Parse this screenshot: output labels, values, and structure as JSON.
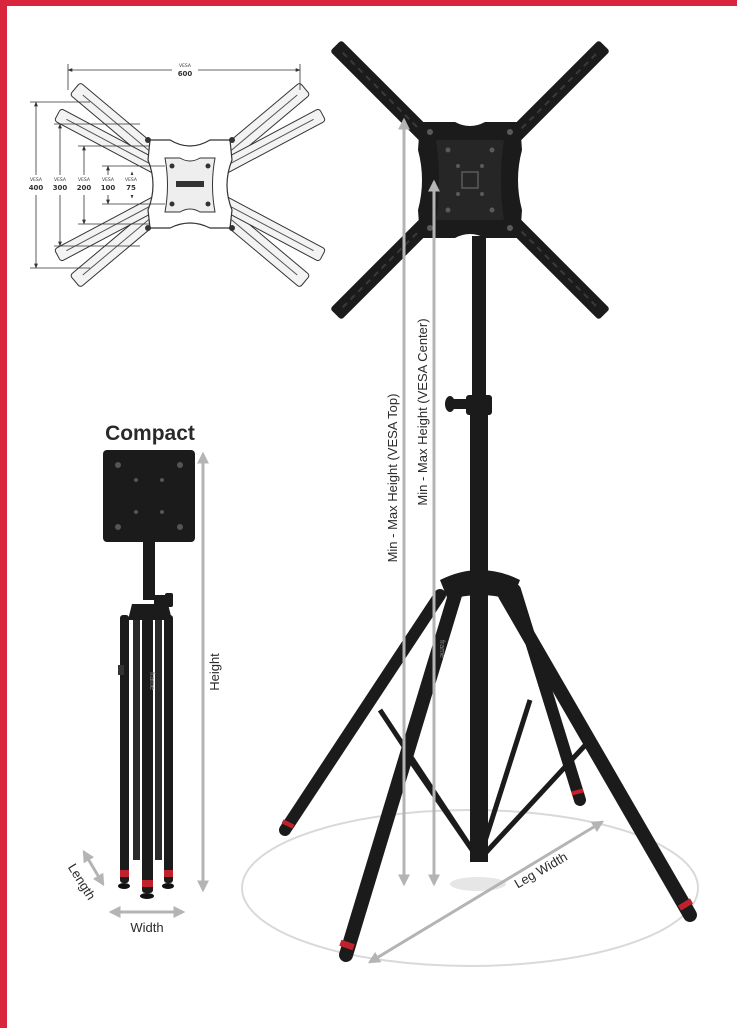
{
  "colors": {
    "accent": "#d9263c",
    "stand": "#1b1b1b",
    "dimension_arrow": "#b4b4b4",
    "leg_tip": "#c0222d",
    "footprint_ellipse": "#d9d9d9"
  },
  "vesa_diagram": {
    "tag": "VESA",
    "width_value": "600",
    "heights": [
      "400",
      "300",
      "200",
      "100",
      "75"
    ]
  },
  "compact": {
    "title": "Compact",
    "height_label": "Height",
    "length_label": "Length",
    "width_label": "Width",
    "brand": "frame"
  },
  "stand": {
    "vesa_top_label": "Min - Max Height (VESA Top)",
    "vesa_center_label": "Min - Max Height (VESA Center)",
    "leg_width_label": "Leg Width",
    "brand": "frame"
  }
}
